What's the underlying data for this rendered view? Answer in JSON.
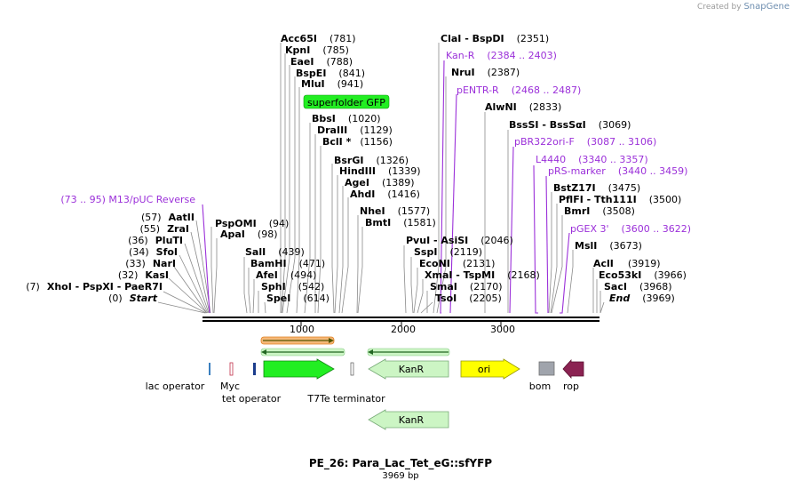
{
  "watermark": {
    "prefix": "Created by",
    "brand": "SnapGene"
  },
  "title": "PE_26: Para_Lac_Tet_eG::sfYFP",
  "subtitle": "3969 bp",
  "axis_ticks": [
    "1000",
    "2000",
    "3000"
  ],
  "sites": [
    {
      "id": "acc65i",
      "name": "Acc65I",
      "pos": "(781)"
    },
    {
      "id": "kpni",
      "name": "KpnI",
      "pos": "(785)"
    },
    {
      "id": "eaei",
      "name": "EaeI",
      "pos": "(788)"
    },
    {
      "id": "bspei",
      "name": "BspEI",
      "pos": "(841)"
    },
    {
      "id": "mlui",
      "name": "MluI",
      "pos": "(941)"
    },
    {
      "id": "bbsi",
      "name": "BbsI",
      "pos": "(1020)"
    },
    {
      "id": "draiii",
      "name": "DraIII",
      "pos": "(1129)"
    },
    {
      "id": "bcli",
      "name": "BclI *",
      "pos": "(1156)"
    },
    {
      "id": "bsrgi",
      "name": "BsrGI",
      "pos": "(1326)"
    },
    {
      "id": "hindiii",
      "name": "HindIII",
      "pos": "(1339)"
    },
    {
      "id": "agei",
      "name": "AgeI",
      "pos": "(1389)"
    },
    {
      "id": "ahdi",
      "name": "AhdI",
      "pos": "(1416)"
    },
    {
      "id": "nhei",
      "name": "NheI",
      "pos": "(1577)"
    },
    {
      "id": "bmti",
      "name": "BmtI",
      "pos": "(1581)"
    },
    {
      "id": "claibspdi",
      "name": "ClaI  - BspDI",
      "pos": "(2351)"
    },
    {
      "id": "nrui",
      "name": "NruI",
      "pos": "(2387)"
    },
    {
      "id": "alwni",
      "name": "AlwNI",
      "pos": "(2833)"
    },
    {
      "id": "bsssi",
      "name": "BssSI  - BssSαI",
      "pos": "(3069)"
    },
    {
      "id": "bstz17i",
      "name": "BstZ17I",
      "pos": "(3475)"
    },
    {
      "id": "pflfi",
      "name": "PflFI  - Tth111I",
      "pos": "(3500)"
    },
    {
      "id": "bmri",
      "name": "BmrI",
      "pos": "(3508)"
    },
    {
      "id": "msli",
      "name": "MslI",
      "pos": "(3673)"
    },
    {
      "id": "acli",
      "name": "AclI",
      "pos": "(3919)"
    },
    {
      "id": "eco53ki",
      "name": "Eco53kI",
      "pos": "(3966)"
    },
    {
      "id": "saci",
      "name": "SacI",
      "pos": "(3968)"
    },
    {
      "id": "end",
      "name": "End",
      "pos": "(3969)"
    },
    {
      "id": "pvuiasisi",
      "name": "PvuI  - AsiSI",
      "pos": "(2046)"
    },
    {
      "id": "sspi",
      "name": "SspI",
      "pos": "(2119)"
    },
    {
      "id": "econi",
      "name": "EcoNI",
      "pos": "(2131)"
    },
    {
      "id": "xmaitspmi",
      "name": "XmaI  - TspMI",
      "pos": "(2168)"
    },
    {
      "id": "smai",
      "name": "SmaI",
      "pos": "(2170)"
    },
    {
      "id": "tsoi",
      "name": "TsoI",
      "pos": "(2205)"
    },
    {
      "id": "pspomi",
      "name": "PspOMI",
      "pos": "(94)"
    },
    {
      "id": "apai",
      "name": "ApaI",
      "pos": "(98)"
    },
    {
      "id": "sali",
      "name": "SalI",
      "pos": "(439)"
    },
    {
      "id": "bamhi",
      "name": "BamHI",
      "pos": "(471)"
    },
    {
      "id": "afei",
      "name": "AfeI",
      "pos": "(494)"
    },
    {
      "id": "sphi",
      "name": "SphI",
      "pos": "(542)"
    },
    {
      "id": "spei",
      "name": "SpeI",
      "pos": "(614)"
    },
    {
      "id": "aatii",
      "name": "AatII",
      "pos": "(57)"
    },
    {
      "id": "zrai",
      "name": "ZraI",
      "pos": "(55)"
    },
    {
      "id": "pluti",
      "name": "PluTI",
      "pos": "(36)"
    },
    {
      "id": "sfoi",
      "name": "SfoI",
      "pos": "(34)"
    },
    {
      "id": "nari",
      "name": "NarI",
      "pos": "(33)"
    },
    {
      "id": "kasi",
      "name": "KasI",
      "pos": "(32)"
    },
    {
      "id": "xhoi",
      "name": "XhoI  - PspXI  - PaeR7I",
      "pos": "(7)"
    },
    {
      "id": "start",
      "name": "Start",
      "pos": "(0)"
    }
  ],
  "primers": [
    {
      "id": "m13",
      "label": "(73 .. 95)  M13/pUC Reverse"
    },
    {
      "id": "kanr",
      "label": "Kan-R",
      "range": "(2384 .. 2403)"
    },
    {
      "id": "pentr",
      "label": "pENTR-R",
      "range": "(2468 .. 2487)"
    },
    {
      "id": "pbr",
      "label": "pBR322ori-F",
      "range": "(3087 .. 3106)"
    },
    {
      "id": "l4440",
      "label": "L4440",
      "range": "(3340 .. 3357)"
    },
    {
      "id": "prs",
      "label": "pRS-marker",
      "range": "(3440 .. 3459)"
    },
    {
      "id": "pgex",
      "label": "pGEX 3'",
      "range": "(3600 .. 3622)"
    }
  ],
  "features": {
    "sfgfp": "superfolder GFP",
    "kanr": "KanR",
    "kanr2": "KanR",
    "ori": "ori",
    "lac_operator": "lac operator",
    "myc": "Myc",
    "tet_operator": "tet operator",
    "t7te": "T7Te terminator",
    "bom": "bom",
    "rop": "rop"
  },
  "colors": {
    "purple": "#9b30d9",
    "green": "#22ee22",
    "kanr": "#ccf5c4",
    "ori": "#ffff00",
    "bom": "#a0a4ac",
    "rop": "#8b2252",
    "orange": "#f5a040"
  }
}
